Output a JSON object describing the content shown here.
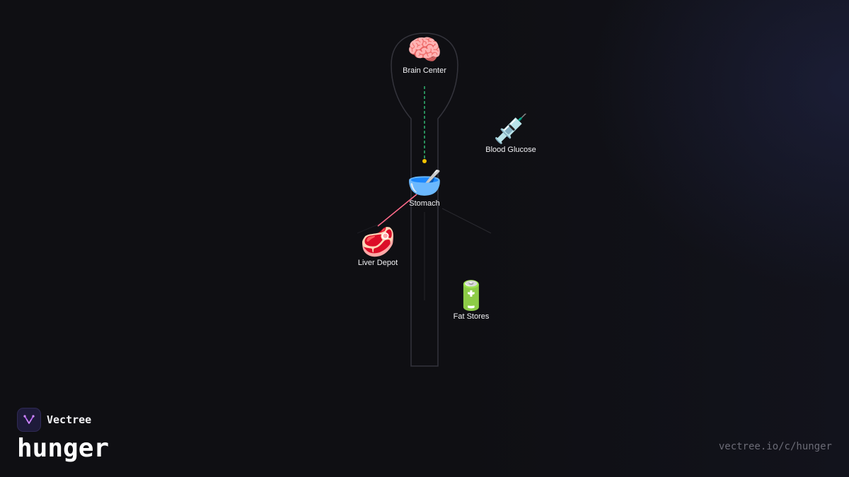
{
  "brand": {
    "name": "Vectree",
    "logo_icon": "vectree-logo-icon",
    "accent": "#b05cf0"
  },
  "page": {
    "title": "hunger",
    "url": "vectree.io/c/hunger"
  },
  "nodes": [
    {
      "id": "brain",
      "label": "Brain Center",
      "emoji": "🧠",
      "icon": "brain-icon"
    },
    {
      "id": "glucose",
      "label": "Blood Glucose",
      "emoji": "💉",
      "icon": "syringe-icon"
    },
    {
      "id": "stomach",
      "label": "Stomach",
      "emoji": "🥣",
      "icon": "bowl-icon"
    },
    {
      "id": "liver",
      "label": "Liver Depot",
      "emoji": "🥩",
      "icon": "meat-icon"
    },
    {
      "id": "fat",
      "label": "Fat Stores",
      "emoji": "🔋",
      "icon": "battery-icon"
    }
  ],
  "links": [
    {
      "from": "stomach",
      "to": "brain",
      "style": "dashed",
      "color": "#35d07f"
    },
    {
      "from": "stomach",
      "to": "liver",
      "style": "solid",
      "color": "#ff6b8a"
    },
    {
      "from": "stomach",
      "to": "fat",
      "style": "solid",
      "color": "#2a2a30"
    }
  ],
  "colors": {
    "background": "#0f0f13",
    "body_outline": "#3a3a42",
    "signal_dot": "#f2c200"
  }
}
